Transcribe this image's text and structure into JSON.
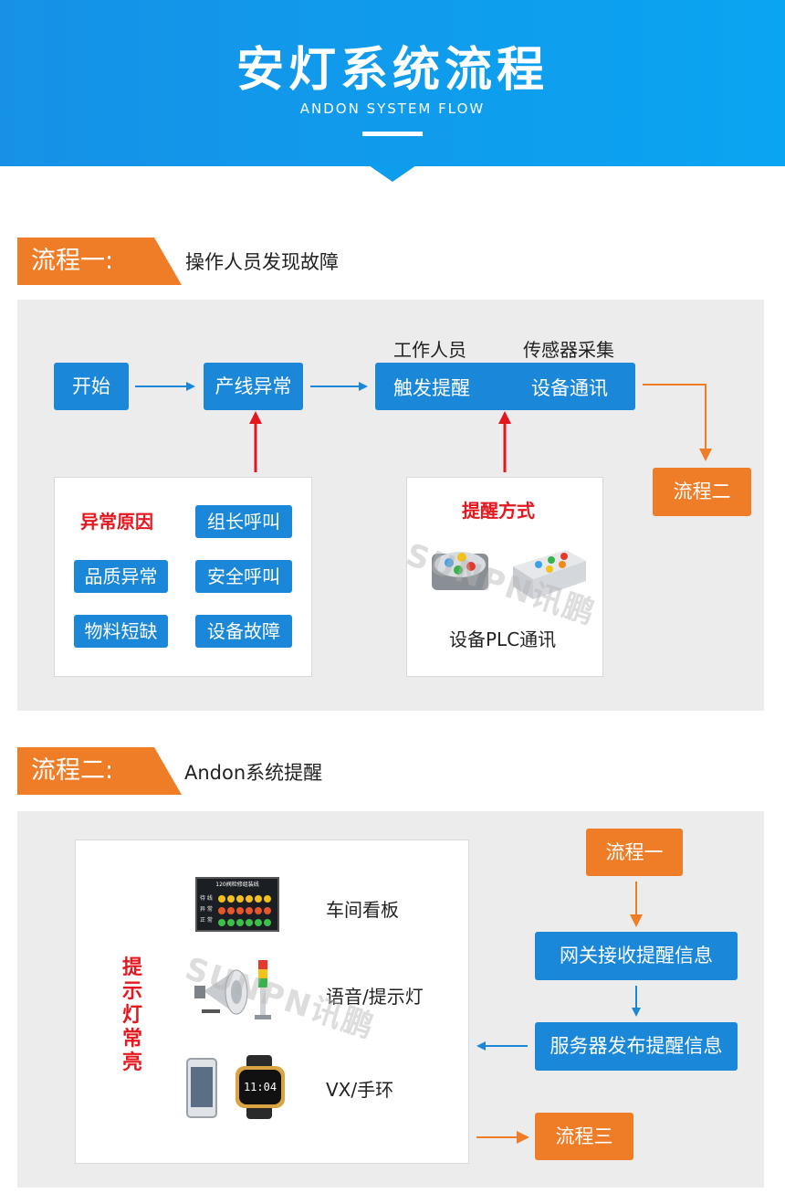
{
  "header": {
    "title": "安灯系统流程",
    "subtitle": "ANDON SYSTEM FLOW"
  },
  "flow1": {
    "tag": "流程一:",
    "desc": "操作人员发现故障",
    "start": "开始",
    "line_abnormal": "产线异常",
    "worker_label": "工作人员",
    "sensor_label": "传感器采集",
    "trigger": "触发提醒",
    "device_comm": "设备通讯",
    "next": "流程二",
    "causes": {
      "title": "异常原因",
      "items": [
        "组长呼叫",
        "品质异常",
        "安全呼叫",
        "物料短缺",
        "设备故障"
      ]
    },
    "methods": {
      "title": "提醒方式",
      "caption": "设备PLC通讯"
    }
  },
  "flow2": {
    "tag": "流程二:",
    "desc": "Andon系统提醒",
    "prev": "流程一",
    "gateway": "网关接收提醒信息",
    "server": "服务器发布提醒信息",
    "next": "流程三",
    "vertical_label": [
      "提",
      "示",
      "灯",
      "常",
      "亮"
    ],
    "outputs": [
      "车间看板",
      "语音/提示灯",
      "VX/手环"
    ],
    "board_title": "120阀检修组装线",
    "board_rows": [
      "待 线",
      "异 常",
      "正 常"
    ],
    "watch_time": "11:04"
  },
  "watermark": "SUNPN讯鹏",
  "colors": {
    "blue": "#1a87d9",
    "orange": "#ef7d27",
    "red": "#e5171e",
    "panel": "#ececec"
  }
}
